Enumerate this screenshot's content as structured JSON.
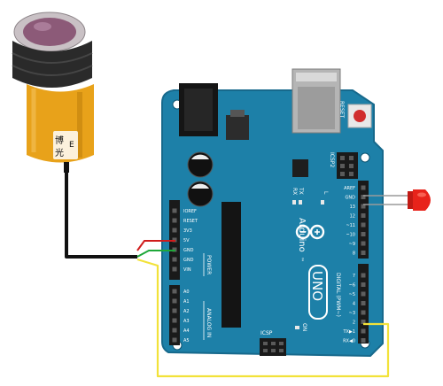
{
  "sensor": {
    "label_chars": [
      "博",
      "光"
    ],
    "label_side": "E",
    "colors": {
      "body": "#e8a21a",
      "cap": "#2a2a2a",
      "lens": "#8c5a78"
    }
  },
  "board": {
    "brand": "Arduino",
    "model": "UNO",
    "reg_mark": "™",
    "reset_label": "RESET",
    "icsp2_label": "ICSP2",
    "icsp_label": "ICSP",
    "on_label": "ON",
    "tx_label": "TX",
    "rx_label": "RX",
    "l_label": "L",
    "power_label": "POWER",
    "analog_label": "ANALOG IN",
    "digital_label": "DIGITAL (PWM~)",
    "power_pins": [
      "IOREF",
      "RESET",
      "3V3",
      "5V",
      "GND",
      "GND",
      "VIN"
    ],
    "analog_pins": [
      "A0",
      "A1",
      "A2",
      "A3",
      "A4",
      "A5"
    ],
    "top_pins": [
      "AREF",
      "GND",
      "13",
      "12",
      "~11",
      "~10",
      "~9",
      "8"
    ],
    "bottom_pins": [
      "7",
      "~6",
      "~5",
      "4",
      "~3",
      "2",
      "TX▶1",
      "RX◀0"
    ],
    "colors": {
      "pcb": "#1d80a8",
      "pcb_edge": "#17698c",
      "header": "#1a1a1a"
    }
  },
  "wires": {
    "colors": {
      "red": "#d01c1c",
      "green": "#1fa83a",
      "yellow": "#f2e23a",
      "black": "#111111",
      "led": "#e8231b"
    }
  }
}
